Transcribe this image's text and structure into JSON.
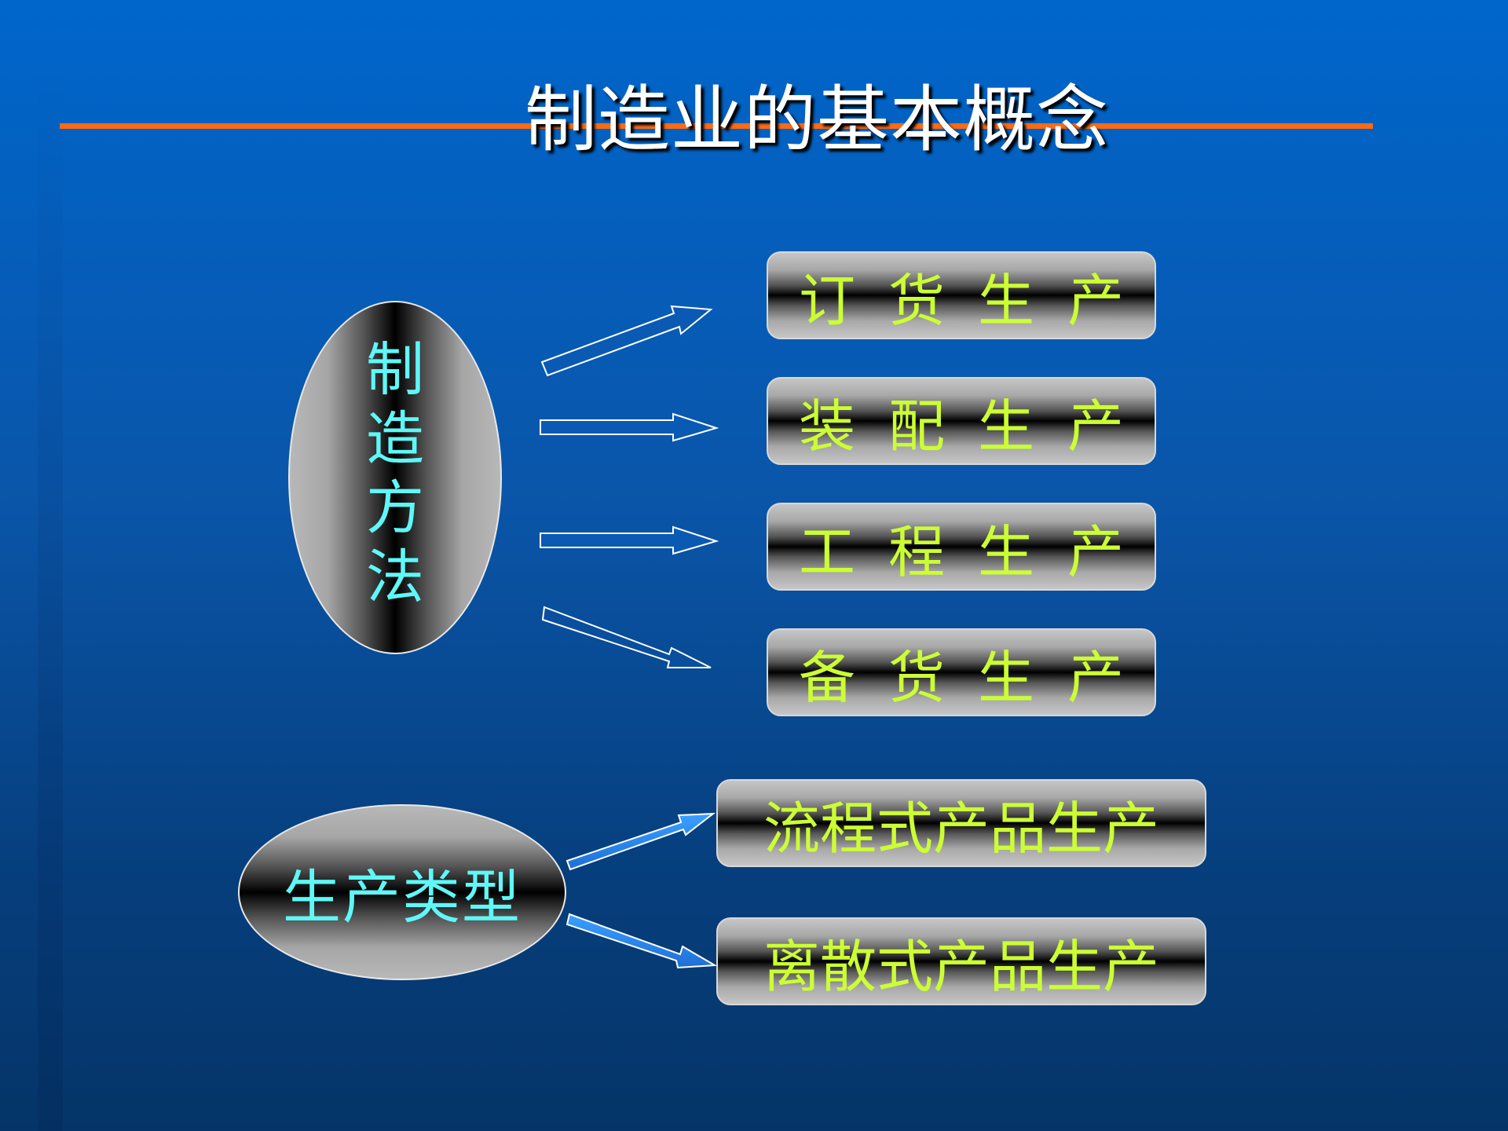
{
  "slide": {
    "title": "制造业的基本概念"
  },
  "manufacturing_methods": {
    "label_chars": [
      "制",
      "造",
      "方",
      "法"
    ],
    "items": [
      "订货生产",
      "装配生产",
      "工程生产",
      "备货生产"
    ]
  },
  "production_types": {
    "label": "生产类型",
    "items": [
      "流程式产品生产",
      "离散式产品生产"
    ]
  },
  "colors": {
    "background": "#0a55a8",
    "title_rule": "#ff6a13",
    "oval_text": "#5ff7f7",
    "box_text": "#ccff33"
  }
}
